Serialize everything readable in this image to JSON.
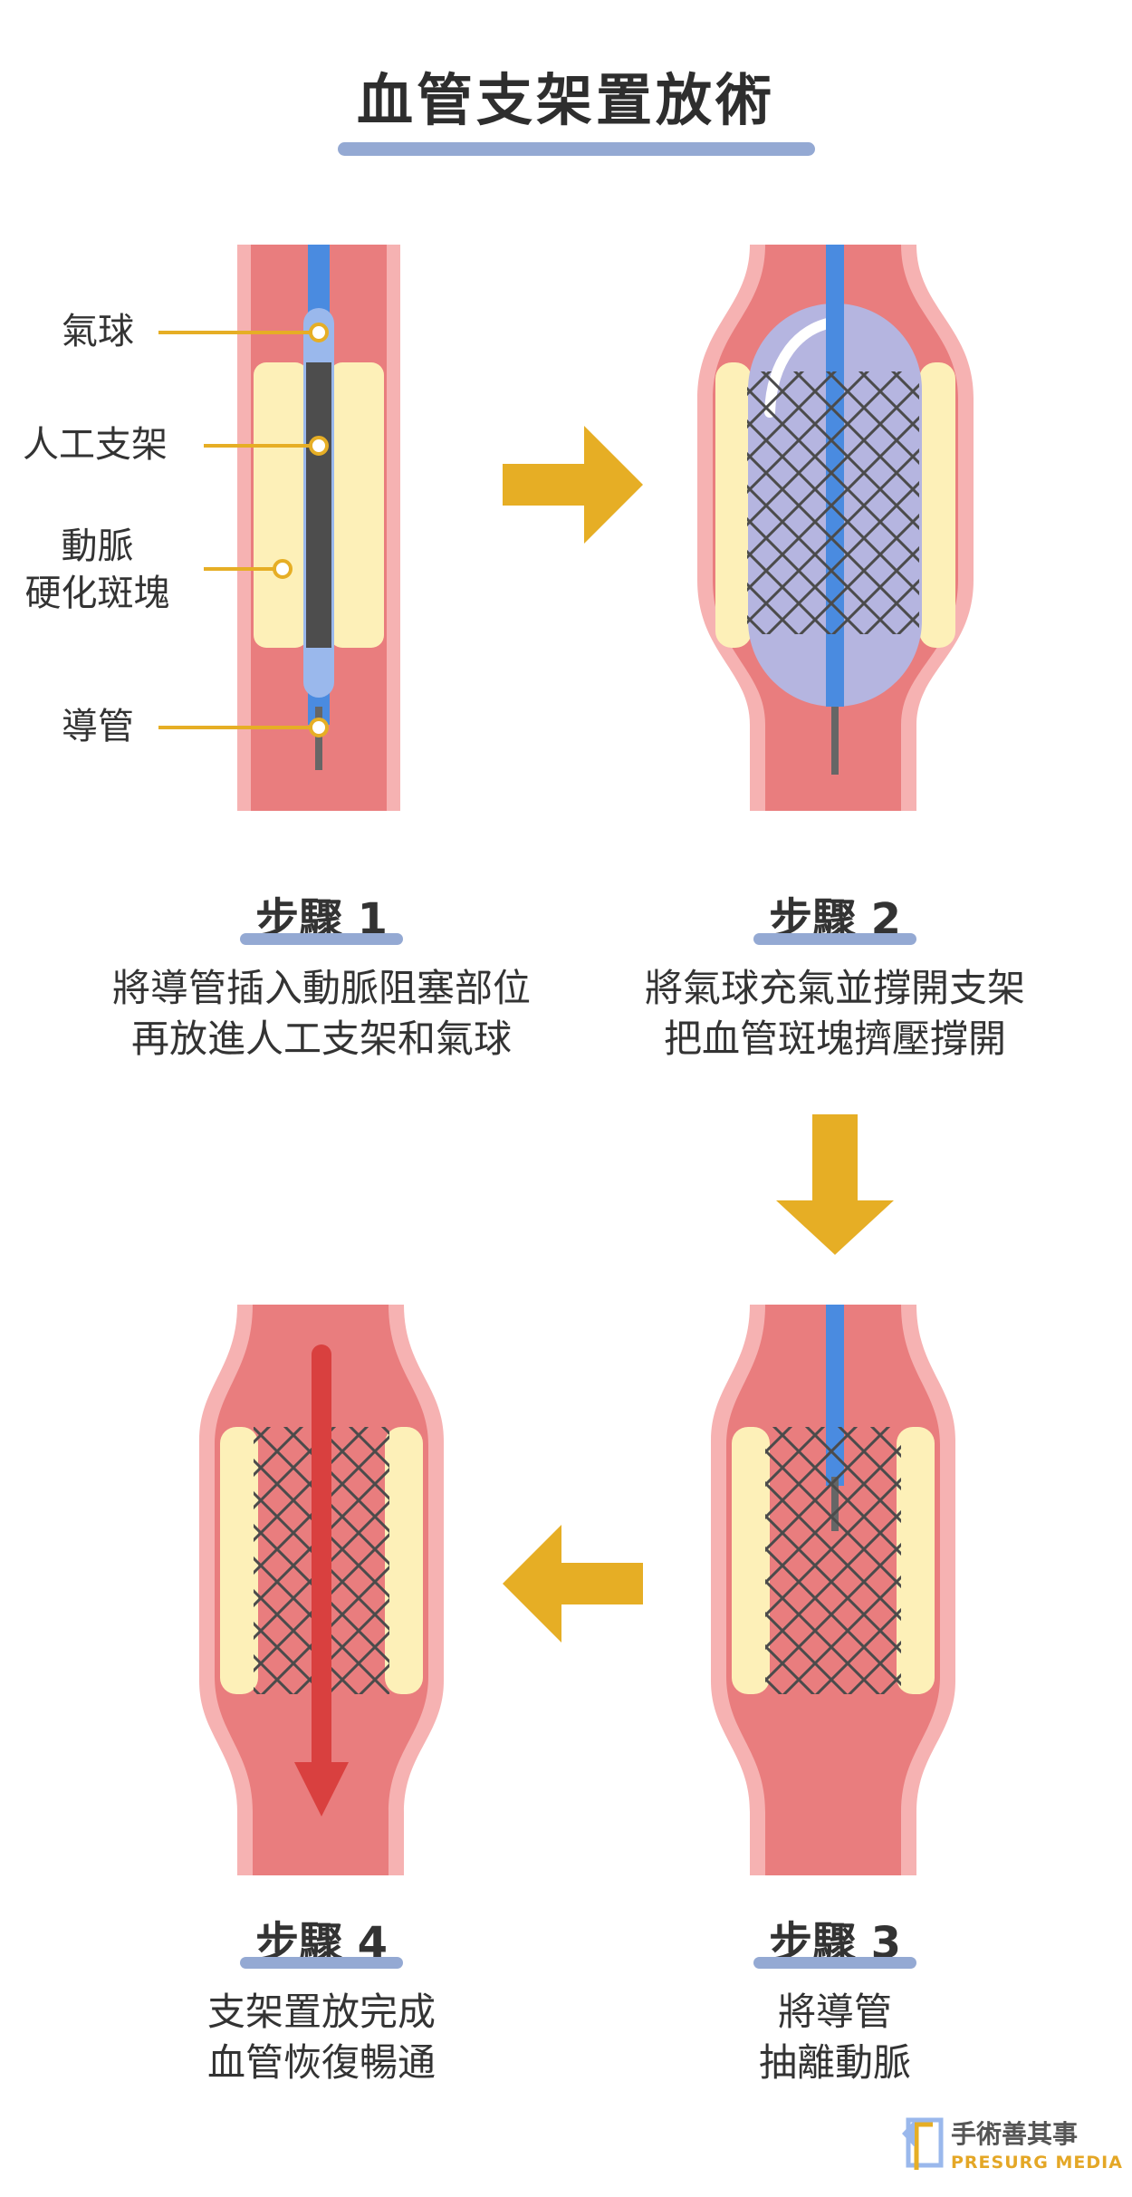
{
  "title": "血管支架置放術",
  "labels": {
    "balloon": "氣球",
    "stent": "人工支架",
    "plaque_line1": "動脈",
    "plaque_line2": "硬化斑塊",
    "catheter": "導管"
  },
  "steps": [
    {
      "heading": "步驟 1",
      "line1": "將導管插入動脈阻塞部位",
      "line2": "再放進人工支架和氣球"
    },
    {
      "heading": "步驟 2",
      "line1": "將氣球充氣並撐開支架",
      "line2": "把血管斑塊擠壓撐開"
    },
    {
      "heading": "步驟 3",
      "line1": "將導管",
      "line2": "抽離動脈"
    },
    {
      "heading": "步驟 4",
      "line1": "支架置放完成",
      "line2": "血管恢復暢通"
    }
  ],
  "logo": {
    "name": "手術善其事",
    "sub": "PRESURG MEDIA"
  },
  "colors": {
    "vessel_outer": "#f6b2b2",
    "vessel_inner": "#e97d7e",
    "plaque": "#fdf0b8",
    "arrow": "#e6ae25",
    "accent_line": "#94a9d3",
    "catheter": "#4a8be0",
    "balloon": "#b5b5e0",
    "stent": "#555555",
    "flow_arrow": "#d9403f"
  }
}
